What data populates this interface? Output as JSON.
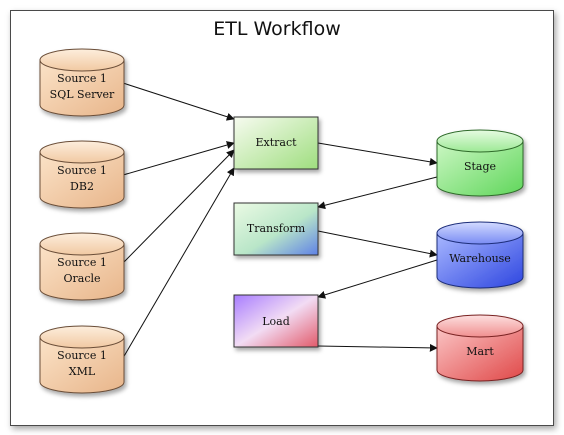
{
  "title": "ETL Workflow",
  "sources": [
    {
      "line1": "Source 1",
      "line2": "SQL Server"
    },
    {
      "line1": "Source 1",
      "line2": "DB2"
    },
    {
      "line1": "Source 1",
      "line2": "Oracle"
    },
    {
      "line1": "Source 1",
      "line2": "XML"
    }
  ],
  "steps": {
    "extract": "Extract",
    "transform": "Transform",
    "load": "Load"
  },
  "stores": {
    "stage": "Stage",
    "warehouse": "Warehouse",
    "mart": "Mart"
  }
}
